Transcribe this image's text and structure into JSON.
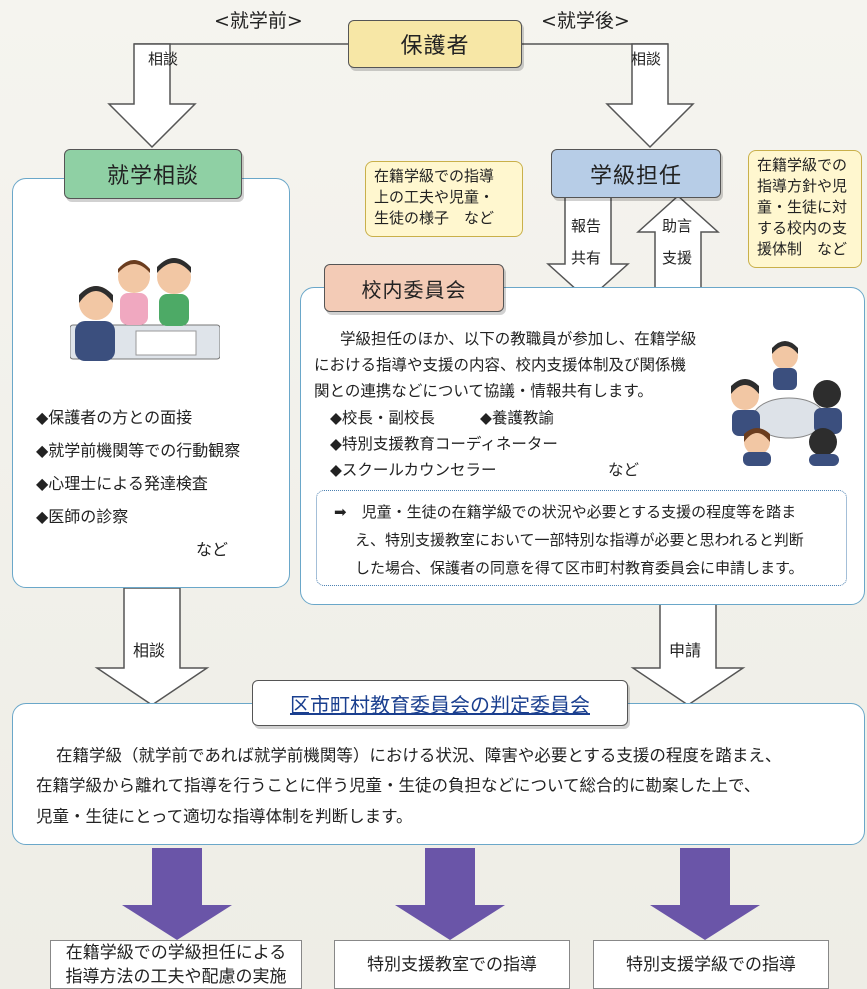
{
  "header": {
    "pre_school": "<就学前>",
    "post_school": "<就学後>",
    "guardian": "保護者",
    "consult_left": "相談",
    "consult_right": "相談"
  },
  "enroll_consult": {
    "title": "就学相談",
    "items": [
      "◆保護者の方との面接",
      "◆就学前機関等での行動観察",
      "◆心理士による発達検査",
      "◆医師の診察"
    ],
    "etc": "など"
  },
  "homeroom": {
    "title": "学級担任",
    "callout_left": [
      "在籍学級での指導",
      "上の工夫や児童・",
      "生徒の様子　など"
    ],
    "callout_right": [
      "在籍学級での",
      "指導方針や児",
      "童・生徒に対",
      "する校内の支",
      "援体制　など"
    ],
    "report": "報告",
    "share": "共有",
    "advice": "助言",
    "support": "支援"
  },
  "committee": {
    "title": "校内委員会",
    "body": [
      "学級担任のほか、以下の教職員が参加し、在籍学級",
      "における指導や支援の内容、校内支援体制及び関係機",
      "関との連携などについて協議・情報共有します。"
    ],
    "members_1a": "◆校長・副校長",
    "members_1b": "◆養護教諭",
    "members_2": "◆特別支援教育コーディネーター",
    "members_3": "◆スクールカウンセラー",
    "members_etc": "など",
    "note": [
      "➡　児童・生徒の在籍学級での状況や必要とする支援の程度等を踏ま",
      "え、特別支援教室において一部特別な指導が必要と思われると判断",
      "した場合、保護者の同意を得て区市町村教育委員会に申請します。"
    ]
  },
  "flow": {
    "consult_down": "相談",
    "apply_down": "申請"
  },
  "board": {
    "title": "区市町村教育委員会の判定委員会",
    "body": [
      "在籍学級（就学前であれば就学前機関等）における状況、障害や必要とする支援の程度を踏まえ、",
      "在籍学級から離れて指導を行うことに伴う児童・生徒の負担などについて総合的に勘案した上で、",
      "児童・生徒にとって適切な指導体制を判断します。"
    ]
  },
  "outcomes": [
    [
      "在籍学級での学級担任による",
      "指導方法の工夫や配慮の実施"
    ],
    [
      "特別支援教室での指導"
    ],
    [
      "特別支援学級での指導"
    ]
  ],
  "colors": {
    "guardian": "#f7e7a6",
    "enroll": "#8fd0a4",
    "homeroom": "#b7cde7",
    "committee": "#f3cbb6",
    "board_title": "#1a3f8f",
    "arrow_purple": "#6a55a8",
    "box_border": "#6aa7c9"
  },
  "icons": [
    "consultation-people-illustration",
    "meeting-people-illustration"
  ]
}
